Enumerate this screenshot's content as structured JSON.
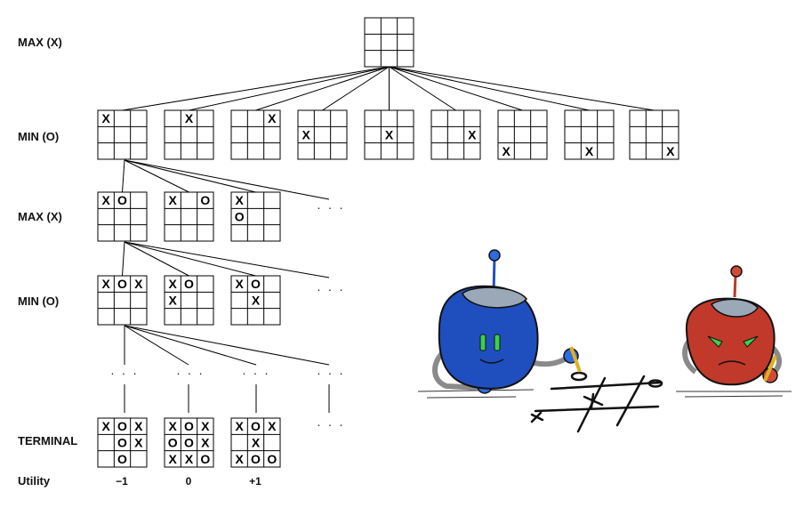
{
  "levels": {
    "max1": "MAX (X)",
    "min1": "MIN (O)",
    "max2": "MAX (X)",
    "min2": "MIN (O)",
    "terminal": "TERMINAL",
    "utility": "Utility"
  },
  "ellipsis": "· · ·",
  "boards": {
    "root": [
      "",
      "",
      "",
      "",
      "",
      "",
      "",
      "",
      ""
    ],
    "l1": [
      [
        "X",
        "",
        "",
        "",
        "",
        "",
        "",
        "",
        ""
      ],
      [
        "",
        "X",
        "",
        "",
        "",
        "",
        "",
        "",
        ""
      ],
      [
        "",
        "",
        "X",
        "",
        "",
        "",
        "",
        "",
        ""
      ],
      [
        "",
        "",
        "",
        "X",
        "",
        "",
        "",
        "",
        ""
      ],
      [
        "",
        "",
        "",
        "",
        "X",
        "",
        "",
        "",
        ""
      ],
      [
        "",
        "",
        "",
        "",
        "",
        "X",
        "",
        "",
        ""
      ],
      [
        "",
        "",
        "",
        "",
        "",
        "",
        "X",
        "",
        ""
      ],
      [
        "",
        "",
        "",
        "",
        "",
        "",
        "",
        "X",
        ""
      ],
      [
        "",
        "",
        "",
        "",
        "",
        "",
        "",
        "",
        "X"
      ]
    ],
    "l2": [
      [
        "X",
        "O",
        "",
        "",
        "",
        "",
        "",
        "",
        ""
      ],
      [
        "X",
        "",
        "O",
        "",
        "",
        "",
        "",
        "",
        ""
      ],
      [
        "X",
        "",
        "",
        "O",
        "",
        "",
        "",
        "",
        ""
      ]
    ],
    "l3": [
      [
        "X",
        "O",
        "X",
        "",
        "",
        "",
        "",
        "",
        ""
      ],
      [
        "X",
        "O",
        "",
        "X",
        "",
        "",
        "",
        "",
        ""
      ],
      [
        "X",
        "O",
        "",
        "",
        "X",
        "",
        "",
        "",
        ""
      ]
    ],
    "terminal": [
      [
        "X",
        "O",
        "X",
        "",
        "O",
        "X",
        "",
        "O",
        ""
      ],
      [
        "X",
        "O",
        "X",
        "O",
        "O",
        "X",
        "X",
        "X",
        "O"
      ],
      [
        "X",
        "O",
        "X",
        "",
        "X",
        "",
        "X",
        "O",
        "O"
      ]
    ]
  },
  "utilities": [
    "−1",
    "0",
    "+1"
  ],
  "illustration": {
    "description_icon": "robots-playing-tic-tac-toe",
    "blue_robot_color": "#1f4fbf",
    "red_robot_color": "#c0392b"
  }
}
